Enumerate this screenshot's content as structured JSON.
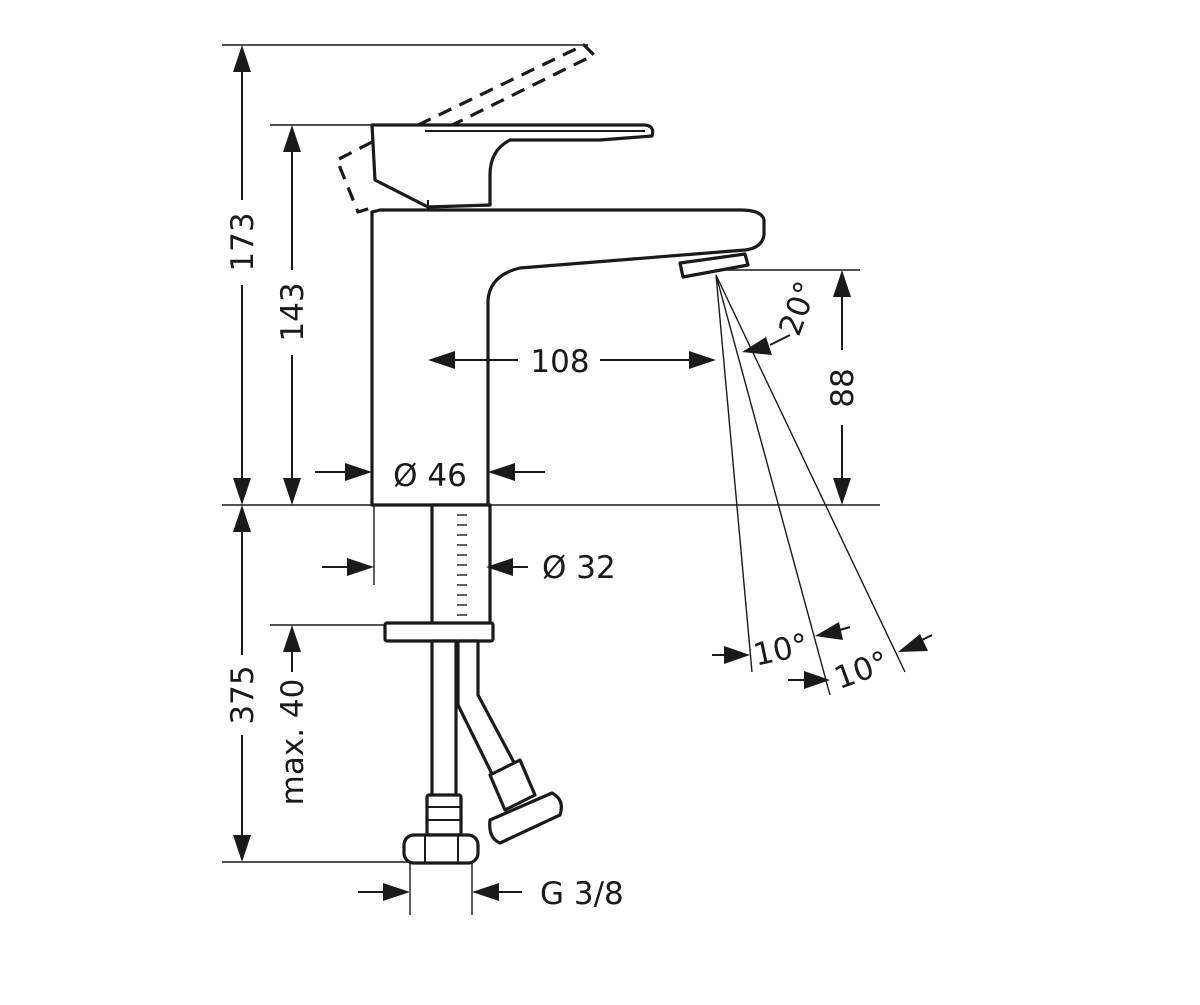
{
  "dimensions": {
    "total_height": "173",
    "body_height": "143",
    "spout_reach": "108",
    "spout_height": "88",
    "body_diameter": "Ø 46",
    "shank_diameter": "Ø 32",
    "below_deck": "375",
    "max_deck": "max. 40",
    "connection_thread": "G 3/8"
  },
  "angles": {
    "lever_angle": "20°",
    "spray_angle_1": "10°",
    "spray_angle_2": "10°"
  }
}
